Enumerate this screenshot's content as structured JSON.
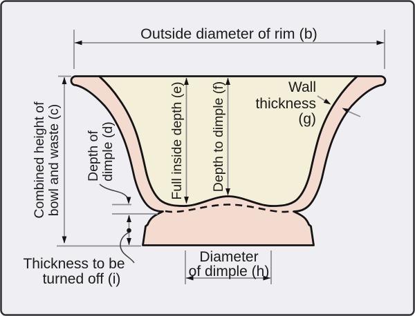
{
  "diagram": {
    "type": "bowl-cross-section-dimension-diagram",
    "labels": {
      "rim_diameter": "Outside diameter of rim (b)",
      "combined_height_line1": "Combined height of",
      "combined_height_line2": "bowl and waste (c)",
      "depth_of_dimple_line1": "Depth of",
      "depth_of_dimple_line2": "dimple (d)",
      "full_inside_depth": "Full inside depth (e)",
      "depth_to_dimple": "Depth to dimple (f)",
      "wall_thickness_line1": "Wall",
      "wall_thickness_line2": "thickness",
      "wall_thickness_line3": "(g)",
      "diameter_of_dimple_line1": "Diameter",
      "diameter_of_dimple_line2": "of dimple (h)",
      "thickness_turned_off_line1": "Thickness to be",
      "thickness_turned_off_line2": "turned off (i)"
    },
    "colors": {
      "background": "#efeff3",
      "frame_border": "#2e2e33",
      "bowl_wall": "#f3dbd0",
      "bowl_interior": "#f4efd8",
      "outline": "#141414",
      "dimension_line": "#8b8b90",
      "text": "#1a1a1a"
    }
  }
}
